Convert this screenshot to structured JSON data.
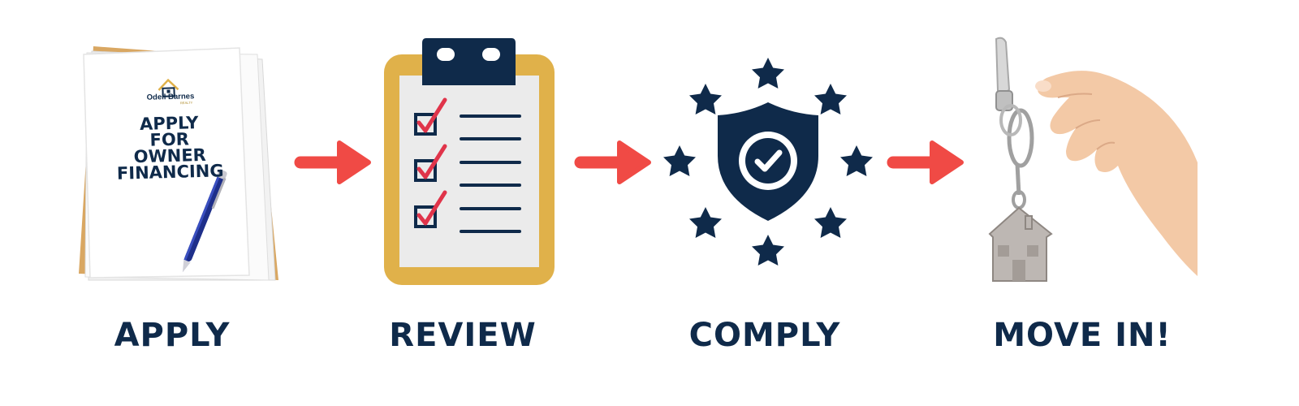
{
  "steps": [
    {
      "label": "APPLY",
      "icon": "document-folder-pen-icon"
    },
    {
      "label": "REVIEW",
      "icon": "clipboard-checklist-icon"
    },
    {
      "label": "COMPLY",
      "icon": "shield-check-stars-icon"
    },
    {
      "label": "MOVE IN!",
      "icon": "hand-house-keychain-icon"
    }
  ],
  "document": {
    "brand": "Odell Barnes",
    "brand_sub": "REALTY",
    "title_lines": [
      "APPLY",
      "FOR",
      "OWNER",
      "FINANCING"
    ]
  },
  "colors": {
    "navy": "#0f2a4a",
    "arrow": "#f04a45",
    "clipboard": "#e0b14a",
    "check": "#e0344a",
    "folder": "#d9a762"
  }
}
